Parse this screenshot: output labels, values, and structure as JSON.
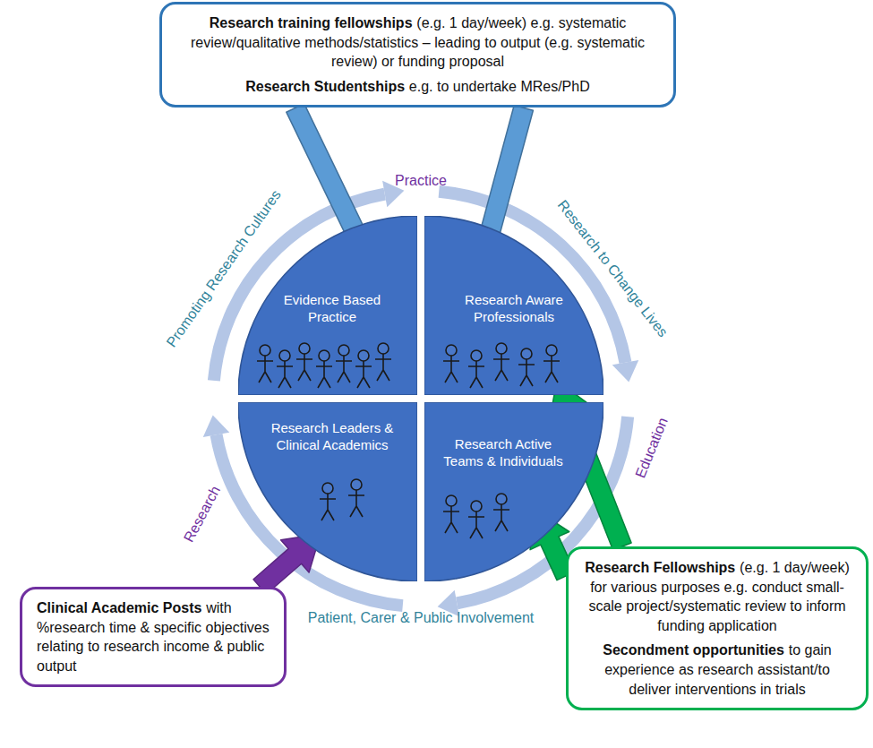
{
  "diagram": {
    "nodes": [
      {
        "text": [
          "Research training fellowships",
          "(e.g. 1 day/week) e.g. systematic review/qualitative methods/statistics – leading to output (e.g. systematic review) or funding proposal",
          "Research Studentships",
          "e.g. to undertake MRes/PhD"
        ]
      },
      {
        "text": [
          "Evidence Based Practice"
        ]
      },
      {
        "text": [
          "Research Aware Professionals"
        ]
      },
      {
        "text": [
          "Research Leaders & Clinical Academics"
        ]
      },
      {
        "text": [
          "Research Active Teams & Individuals"
        ]
      },
      {
        "text": [
          "Clinical Academic Posts",
          "with %research time & specific objectives relating to research income & public output"
        ]
      },
      {
        "text": [
          "Research Fellowships",
          "(e.g. 1 day/week) for various purposes e.g. conduct small-scale project/systematic review to inform funding application",
          "Secondment opportunities",
          "to gain experience as research assistant/to deliver interventions in trials"
        ]
      }
    ],
    "edges": [
      {
        "from": 0,
        "to": 1,
        "arrow": "to"
      },
      {
        "from": 0,
        "to": 2,
        "arrow": "to"
      },
      {
        "from": 5,
        "to": 3,
        "arrow": "to"
      },
      {
        "from": 6,
        "to": 2,
        "arrow": "to"
      },
      {
        "from": 6,
        "to": 4,
        "arrow": "to"
      }
    ],
    "labels": [
      "Practice",
      "Research to Change Lives",
      "Education",
      "Patient, Carer & Public Involvement",
      "Research",
      "Promoting Research Cultures"
    ]
  }
}
